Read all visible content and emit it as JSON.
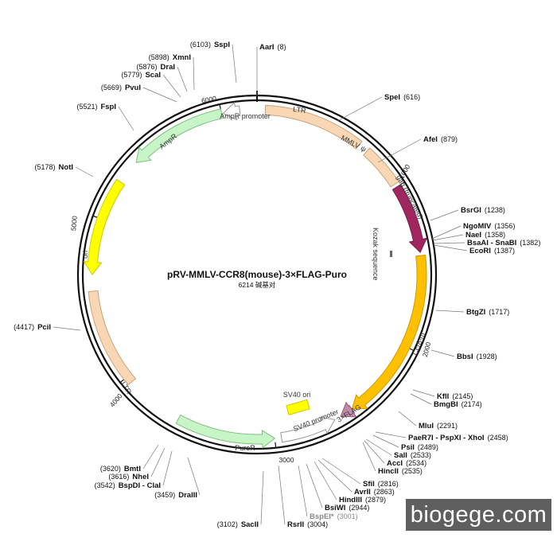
{
  "plasmid": {
    "name": "pRV-MMLV-CCR8(mouse)-3×FLAG-Puro",
    "size_text": "6214 碱基对",
    "total_bp": 6214
  },
  "ticks": [
    {
      "bp": 1000,
      "label": "1000"
    },
    {
      "bp": 2000,
      "label": "2000"
    },
    {
      "bp": 3000,
      "label": "3000"
    },
    {
      "bp": 4000,
      "label": "4000"
    },
    {
      "bp": 5000,
      "label": "5000"
    },
    {
      "bp": 6000,
      "label": "6000"
    }
  ],
  "features": [
    {
      "name": "LTR",
      "start": 50,
      "end": 660,
      "direction": "none",
      "color": "#f9d7b5",
      "stroke": "#c9a27a"
    },
    {
      "name": "MMLV ψ",
      "start": 720,
      "end": 980,
      "direction": "none",
      "color": "#f9d7b5",
      "stroke": "#c9a27a"
    },
    {
      "name": "gag (truncated)",
      "start": 1000,
      "end": 1420,
      "direction": "cw",
      "color": "#a0275e",
      "stroke": "#7a1c47"
    },
    {
      "name": "Ccr8-m",
      "start": 1440,
      "end": 2500,
      "direction": "cw",
      "color": "#ffc000",
      "stroke": "#d09a00"
    },
    {
      "name": "3×FLAG",
      "start": 2500,
      "end": 2580,
      "direction": "cw",
      "color": "#c08aa8",
      "stroke": "#8f5f7a"
    },
    {
      "name": "SV40 promoter",
      "start": 2620,
      "end": 2960,
      "direction": "ccw",
      "color": "#ffffff",
      "stroke": "#999999"
    },
    {
      "name": "PuroR",
      "start": 3000,
      "end": 3600,
      "direction": "ccw",
      "color": "#c8f5c8",
      "stroke": "#7fbf7f"
    },
    {
      "name": "LTR",
      "start": 3960,
      "end": 4560,
      "direction": "none",
      "color": "#f9d7b5",
      "stroke": "#c9a27a"
    },
    {
      "name": "ori",
      "start": 4660,
      "end": 5250,
      "direction": "ccw",
      "color": "#ffff00",
      "stroke": "#c9c900"
    },
    {
      "name": "AmpR",
      "start": 5400,
      "end": 6000,
      "direction": "ccw",
      "color": "#c8f5c8",
      "stroke": "#7fbf7f"
    },
    {
      "name": "AmpR promoter",
      "start": 6010,
      "end": 6110,
      "direction": "ccw",
      "color": "#ffffff",
      "stroke": "#999999"
    }
  ],
  "inner_labels": [
    {
      "name": "Kozak sequence"
    },
    {
      "name": "SV40 ori",
      "color": "#ffff00"
    }
  ],
  "sites": [
    {
      "name": "AarI",
      "pos": "(8)",
      "side": "right"
    },
    {
      "name": "SpeI",
      "pos": "(616)",
      "side": "right"
    },
    {
      "name": "AfeI",
      "pos": "(879)",
      "side": "right"
    },
    {
      "name": "BsrGI",
      "pos": "(1238)",
      "side": "right"
    },
    {
      "name": "NgoMIV",
      "pos": "(1356)",
      "side": "right"
    },
    {
      "name": "NaeI",
      "pos": "(1358)",
      "side": "right"
    },
    {
      "name": "BsaAI - SnaBI",
      "pos": "(1382)",
      "side": "right"
    },
    {
      "name": "EcoRI",
      "pos": "(1387)",
      "side": "right"
    },
    {
      "name": "BtgZI",
      "pos": "(1717)",
      "side": "right"
    },
    {
      "name": "BbsI",
      "pos": "(1928)",
      "side": "right"
    },
    {
      "name": "KflI",
      "pos": "(2145)",
      "side": "right"
    },
    {
      "name": "BmgBI",
      "pos": "(2174)",
      "side": "right"
    },
    {
      "name": "MluI",
      "pos": "(2291)",
      "side": "right"
    },
    {
      "name": "PaeR7I - PspXI - XhoI",
      "pos": "(2458)",
      "side": "right"
    },
    {
      "name": "PsiI",
      "pos": "(2489)",
      "side": "right"
    },
    {
      "name": "SalI",
      "pos": "(2533)",
      "side": "right"
    },
    {
      "name": "AccI",
      "pos": "(2534)",
      "side": "right"
    },
    {
      "name": "HincII",
      "pos": "(2535)",
      "side": "right"
    },
    {
      "name": "SfiI",
      "pos": "(2816)",
      "side": "right"
    },
    {
      "name": "AvrII",
      "pos": "(2863)",
      "side": "right"
    },
    {
      "name": "HindIII",
      "pos": "(2879)",
      "side": "right"
    },
    {
      "name": "BsiWI",
      "pos": "(2944)",
      "side": "right"
    },
    {
      "name": "BspEI*",
      "pos": "(3001)",
      "side": "right",
      "gray": true
    },
    {
      "name": "RsrII",
      "pos": "(3004)",
      "side": "right"
    },
    {
      "name": "SacII",
      "pos": "(3102)",
      "side": "left"
    },
    {
      "name": "DraIII",
      "pos": "(3459)",
      "side": "left"
    },
    {
      "name": "BspDI - ClaI",
      "pos": "(3542)",
      "side": "left"
    },
    {
      "name": "NheI",
      "pos": "(3616)",
      "side": "left"
    },
    {
      "name": "BmtI",
      "pos": "(3620)",
      "side": "left"
    },
    {
      "name": "PciI",
      "pos": "(4417)",
      "side": "left"
    },
    {
      "name": "NotI",
      "pos": "(5178)",
      "side": "left"
    },
    {
      "name": "FspI",
      "pos": "(5521)",
      "side": "left"
    },
    {
      "name": "PvuI",
      "pos": "(5669)",
      "side": "left"
    },
    {
      "name": "ScaI",
      "pos": "(5779)",
      "side": "left"
    },
    {
      "name": "DraI",
      "pos": "(5876)",
      "side": "left"
    },
    {
      "name": "XmnI",
      "pos": "(5898)",
      "side": "left"
    },
    {
      "name": "SspI",
      "pos": "(6103)",
      "side": "left"
    }
  ],
  "watermark": "biogege.com"
}
